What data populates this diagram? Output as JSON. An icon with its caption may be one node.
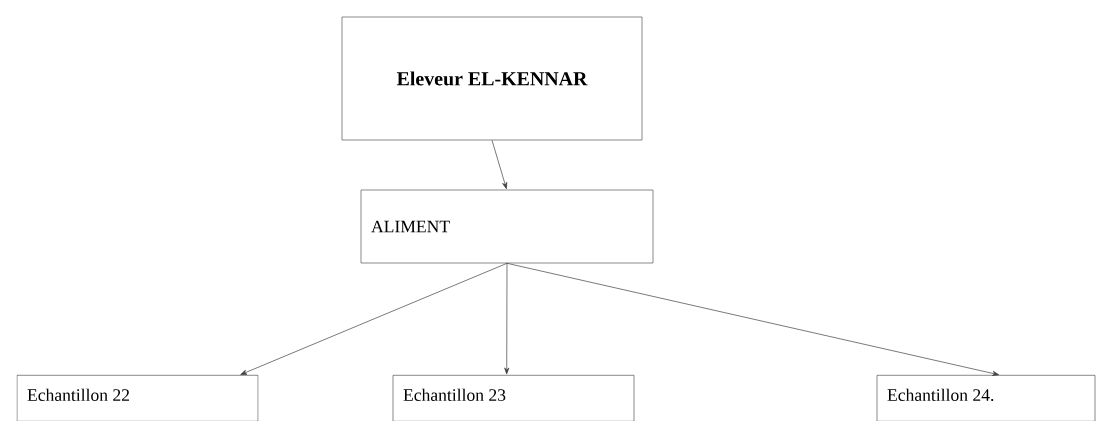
{
  "diagram": {
    "nodes": [
      {
        "text": [
          "Eleveur EL-KENNAR"
        ]
      },
      {
        "text": [
          "ALIMENT"
        ]
      },
      {
        "text": [
          "Echantillon 22"
        ]
      },
      {
        "text": [
          "Echantillon 23"
        ]
      },
      {
        "text": [
          "Echantillon 24."
        ]
      }
    ],
    "edges": [
      {
        "from": 0,
        "to": 1,
        "arrow": "to"
      },
      {
        "from": 1,
        "to": 2,
        "arrow": "to"
      },
      {
        "from": 1,
        "to": 3,
        "arrow": "to"
      },
      {
        "from": 1,
        "to": 4,
        "arrow": "to"
      }
    ]
  }
}
